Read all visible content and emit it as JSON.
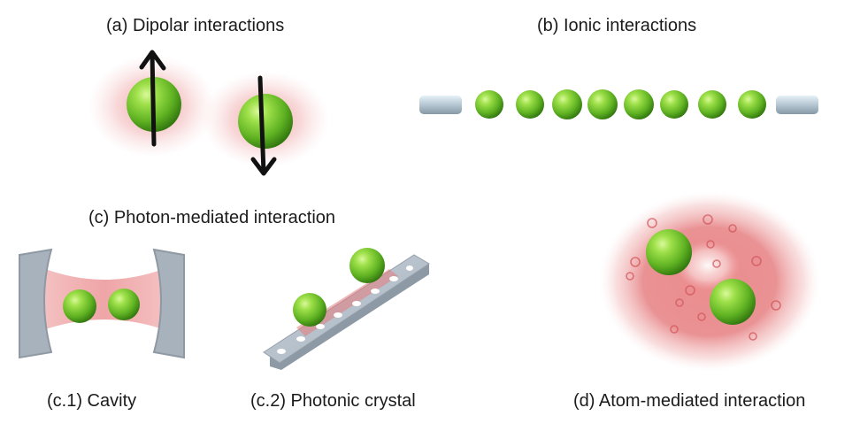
{
  "labels": {
    "dipolar": "(a) Dipolar interactions",
    "ionic": "(b) Ionic interactions",
    "photon": "(c) Photon-mediated interaction",
    "cavity": "(c.1) Cavity",
    "crystal": "(c.2) Photonic crystal",
    "atom": "(d) Atom-mediated interaction"
  },
  "colors": {
    "atom_light": "#b8ef6a",
    "atom_mid": "#6cc425",
    "atom_dark": "#2f7d10",
    "glow": "#e05a5f",
    "mirror": "#a9b3be",
    "electrode": "#c3d2dc",
    "arrow": "#111111"
  },
  "icons": {
    "dipole_up": "arrow-up-icon",
    "dipole_down": "arrow-down-icon"
  }
}
